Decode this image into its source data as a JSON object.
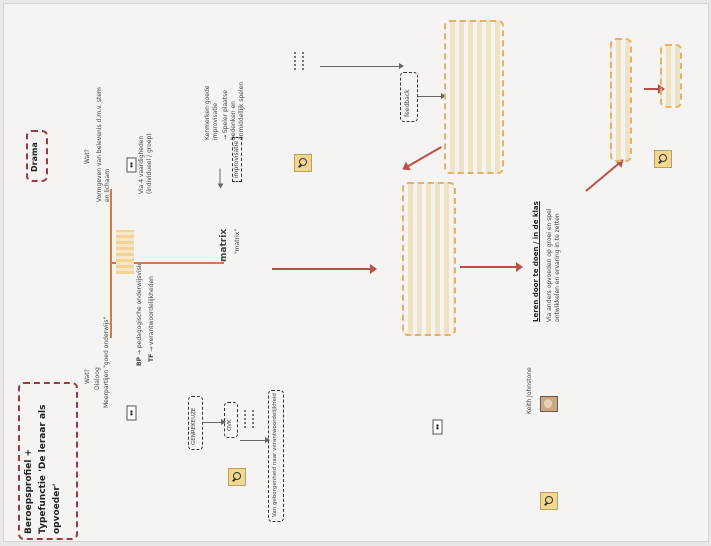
{
  "title_box": {
    "line1": "Beroepsprofiel +",
    "line2": "Typefunctie 'De leraar als",
    "line3": "opvoeder'"
  },
  "drama_label": "Drama",
  "left": {
    "wat": "Wat?",
    "dialoog": "Dialoog",
    "dialoog_sub": "Meerpartijen \"goed onderwijs\"",
    "bp_label": "BP",
    "bp_text": "→ pedagogische onderwijsvisie",
    "tf_label": "TF",
    "tf_text": "→ verantwoordelijkheden",
    "genre_label": "GENREKEUZE",
    "ovk_label": "OVK",
    "veiligheid": "Van geborgenheid naar verantwoordelijkheid"
  },
  "top": {
    "wat": "Wat?",
    "vorm_line1": "Vormgeven van belevenis d.m.v. stem",
    "vorm_line2": "en lichaam",
    "vaardigheden_line1": "Via 4 vaardigheden",
    "vaardigheden_line2": "(individueel / groep)",
    "improvisatie": "improvisatie",
    "matrix": "matrix",
    "kenmerken": "Kenmerken goede",
    "kenmerken2": "improvisatie",
    "speler_line1": "→ Speler plaatse",
    "speler_line2": "bedenken en",
    "speler_line3": "onmiddellijk spelen",
    "feedback": "feedback",
    "keith": "Keith Johnstone",
    "keith_quote_bold": "Leren door te doen / in de klas",
    "keith_quote": "Via anders opvoeden op groei en spel",
    "keith_quote2": "ontwikkelen en ervaring in te zetten"
  },
  "colors": {
    "dark_dashed": "#9c3b3f",
    "orange_dashed": "#e3b265",
    "arrow": "#b5524a",
    "rule": "#cf7a4a"
  },
  "icons": [
    "magnifier-icon",
    "photo-icon",
    "chip-icon"
  ]
}
